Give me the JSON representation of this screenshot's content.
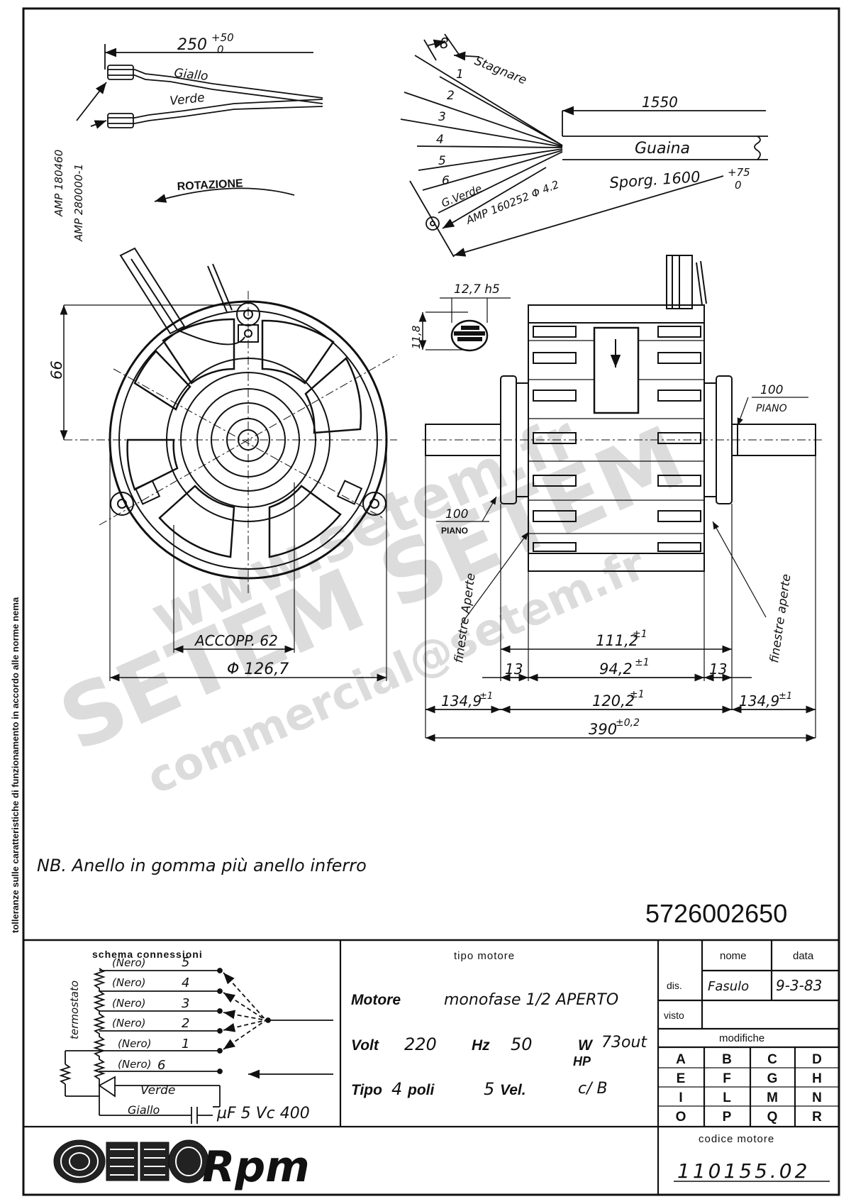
{
  "side_note": "tolleranze sulle caratteristiche di funzionamento in accordo alle norme nema",
  "top_left": {
    "length": "250",
    "tol_upper": "+50",
    "tol_lower": "0",
    "wire1": "Giallo",
    "wire2": "Verde",
    "conn1": "AMP 180460",
    "conn2": "AMP 280000-1",
    "rotation": "ROTAZIONE"
  },
  "top_right": {
    "strip": "8",
    "stagnare": "Stagnare",
    "wires": [
      "1",
      "2",
      "3",
      "4",
      "5",
      "6",
      "G.Verde"
    ],
    "len1550": "1550",
    "guaina": "Guaina",
    "amp": "AMP 160252 Φ 4.2",
    "sporg": "Sporg. 1600",
    "sporg_tol_upper": "+75",
    "sporg_tol_lower": "0"
  },
  "front_view": {
    "height": "66",
    "accopp": "ACCOPP. 62",
    "diameter": "Φ 126,7"
  },
  "side_view": {
    "shaft": "12,7 h5",
    "flat": "11,8",
    "piano_right_value": "100",
    "piano_right_label": "PIANO",
    "piano_left_value": "100",
    "piano_left_label": "PIANO",
    "finestre_left": "finestre Aperte",
    "finestre_right": "finestre aperte",
    "dim_1112": "111,2",
    "dim_1112_tol": "±1",
    "dim_13_left": "13",
    "dim_942": "94,2",
    "dim_942_tol": "±1",
    "dim_13_right": "13",
    "dim_1349_left": "134,9",
    "dim_1349_left_tol": "±1",
    "dim_1202": "120,2",
    "dim_1202_tol": "±1",
    "dim_1349_right": "134,9",
    "dim_1349_right_tol": "±1",
    "dim_390": "390",
    "dim_390_tol": "±0,2"
  },
  "note": "NB. Anello in gomma più anello inferro",
  "part_number": "5726002650",
  "watermarks": [
    "www.setem.fr",
    "SETEM SETEM",
    "commercial@setem.fr"
  ],
  "schema": {
    "title": "schema connessioni",
    "termostato": "termostato",
    "rows": [
      {
        "label": "(Nero)",
        "num": "5"
      },
      {
        "label": "(Nero)",
        "num": "4"
      },
      {
        "label": "(Nero)",
        "num": "3"
      },
      {
        "label": "(Nero)",
        "num": "2"
      },
      {
        "label": "(Nero)",
        "num": "1"
      },
      {
        "label": "(Nero)",
        "num": "6"
      }
    ],
    "verde": "Verde",
    "giallo": "Giallo",
    "cap": "µF 5  Vc 400"
  },
  "tipo": {
    "header": "tipo motore",
    "motore_label": "Motore",
    "motore_value": "monofase  1/2  APERTO",
    "volt_label": "Volt",
    "volt_value": "220",
    "hz_label": "Hz",
    "hz_value": "50",
    "w_label": "W",
    "w_value": "73out",
    "hp_label": "HP",
    "tipo_label": "Tipo",
    "poli_value": "4",
    "poli_label": "poli",
    "vel_value": "5",
    "vel_label": "Vel.",
    "cb": "c/ B"
  },
  "approval": {
    "nome": "nome",
    "data": "data",
    "dis": "dis.",
    "dis_sign": "Fasulo",
    "dis_date": "9-3-83",
    "visto": "visto",
    "modifiche": "modifiche",
    "letters": [
      "A",
      "B",
      "C",
      "D",
      "E",
      "F",
      "G",
      "H",
      "I",
      "L",
      "M",
      "N",
      "O",
      "P",
      "Q",
      "R"
    ],
    "codice_label": "codice motore",
    "codice": "110155.02"
  },
  "logo_text": "Rpm"
}
